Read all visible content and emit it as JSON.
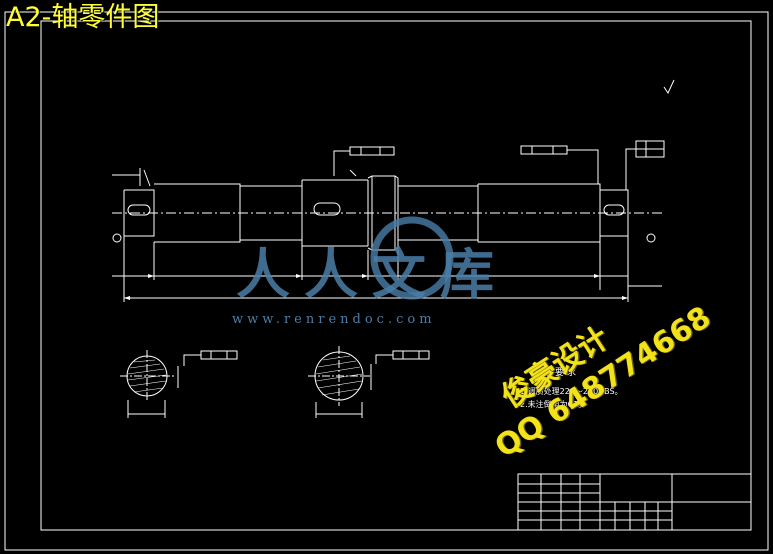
{
  "title": "A2-轴零件图",
  "watermark": {
    "brand": "人人文库",
    "url": "www.renrendoc.com"
  },
  "stamp": {
    "name": "俊豪设计",
    "qq": "QQ 648774668"
  },
  "tech_requirements": {
    "title": "技术要求",
    "items": [
      "1.调质处理220～250HBS。",
      "2.未注倒角为C1。"
    ]
  },
  "colors": {
    "background": "#000000",
    "lines": "#ffffff",
    "title": "#ffff33",
    "watermark": "#4a7ea8",
    "stamp": "#f2e21a"
  }
}
